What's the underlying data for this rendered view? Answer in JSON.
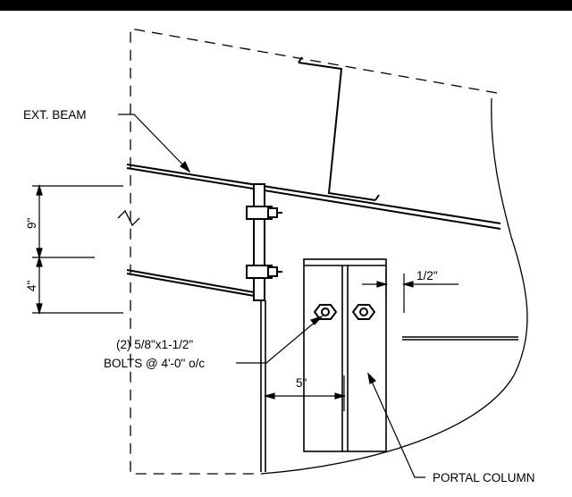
{
  "labels": {
    "ext_beam": "EXT. BEAM",
    "dim_9": "9\"",
    "dim_4": "4\"",
    "dim_half": "1/2\"",
    "bolts_line1": "(2) 5/8\"x1-1/2\"",
    "bolts_line2": "BOLTS @ 4'-0\" o/c",
    "dim_5": "5\"",
    "portal_column": "PORTAL COLUMN"
  },
  "colors": {
    "ink": "#000000",
    "background": "#ffffff",
    "top_bar": "#000000"
  }
}
